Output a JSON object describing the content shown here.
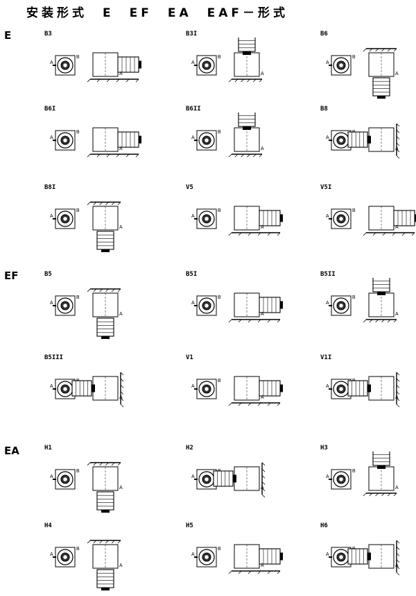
{
  "title": "安装形式　E　EF　EA　EAF－形式",
  "sections": [
    {
      "label": "E",
      "cells": [
        {
          "label": "B3",
          "variant": "flange-left"
        },
        {
          "label": "B3I",
          "variant": "motor-up"
        },
        {
          "label": "B6",
          "variant": "motor-down"
        },
        {
          "label": "B6I",
          "variant": "flange-left"
        },
        {
          "label": "B6II",
          "variant": "motor-up"
        },
        {
          "label": "B8",
          "variant": "motor-left"
        },
        {
          "label": "B8I",
          "variant": "motor-down"
        },
        {
          "label": "V5",
          "variant": "motor-right"
        },
        {
          "label": "V5I",
          "variant": "motor-right"
        }
      ]
    },
    {
      "label": "EF",
      "cells": [
        {
          "label": "B5",
          "variant": "motor-down"
        },
        {
          "label": "B5I",
          "variant": "motor-right"
        },
        {
          "label": "B5II",
          "variant": "motor-up"
        },
        {
          "label": "B5III",
          "variant": "motor-left"
        },
        {
          "label": "V1",
          "variant": "motor-right"
        },
        {
          "label": "V1I",
          "variant": "motor-left"
        }
      ]
    },
    {
      "label": "EA",
      "cells": [
        {
          "label": "H1",
          "variant": "motor-down"
        },
        {
          "label": "H2",
          "variant": "motor-left"
        },
        {
          "label": "H3",
          "variant": "motor-up"
        },
        {
          "label": "H4",
          "variant": "motor-down"
        },
        {
          "label": "H5",
          "variant": "motor-right"
        },
        {
          "label": "H6",
          "variant": "motor-left"
        }
      ]
    }
  ],
  "shaft_labels": {
    "a": "A",
    "b": "B"
  }
}
